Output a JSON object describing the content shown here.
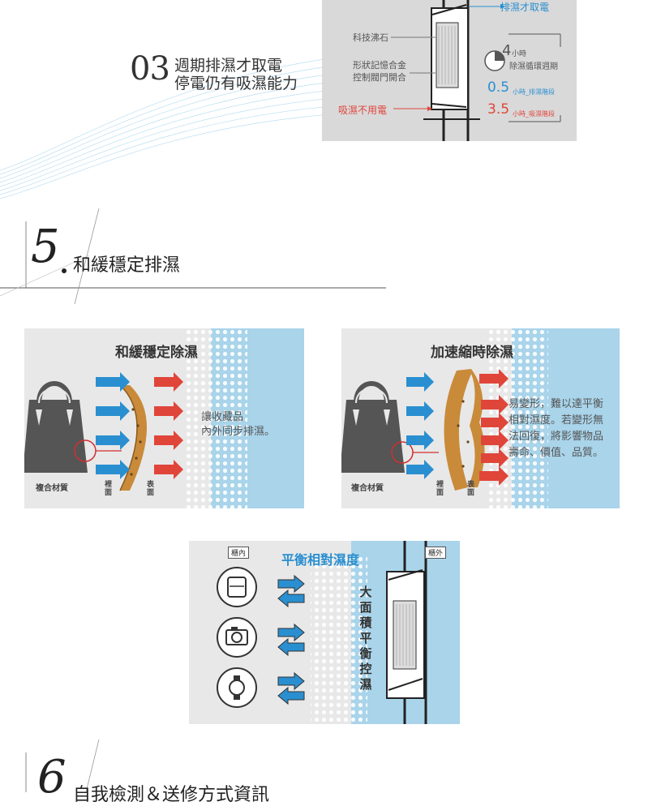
{
  "section3": {
    "number": "03",
    "line1": "週期排濕才取電",
    "line2": "停電仍有吸濕能力",
    "diagram": {
      "top_label": "排濕才取電",
      "zeolite_label": "科技沸石",
      "alloy_label_line1": "形狀記憶合金",
      "alloy_label_line2": "控制閥門開合",
      "no_power_label": "吸濕不用電",
      "cycle_hours": "4",
      "cycle_unit": "小時",
      "cycle_label": "除濕循環週期",
      "discharge_value": "0.5",
      "discharge_label": "小時_排濕階段",
      "absorb_value": "3.5",
      "absorb_label": "小時_吸濕階段"
    }
  },
  "section5": {
    "number": "5",
    "title": "和緩穩定排濕",
    "panel_left": {
      "title": "和緩穩定除濕",
      "desc_line1": "讓收藏品",
      "desc_line2": "內外同步排濕。",
      "material_label": "複合材質",
      "inner_label": "裡面",
      "outer_label": "表面"
    },
    "panel_right": {
      "title": "加速縮時除濕",
      "desc_line1": "易變形，難以達平衡",
      "desc_line2": "相對濕度。若變形無",
      "desc_line3": "法回復，將影響物品",
      "desc_line4": "壽命、價值、品質。",
      "material_label": "複合材質",
      "inner_label": "裡面",
      "outer_label": "表面"
    },
    "panel_bottom": {
      "inside_tag": "櫃內",
      "outside_tag": "櫃外",
      "title": "平衡相對濕度",
      "vertical_text": "大面積平衡控濕"
    }
  },
  "section6": {
    "number": "6",
    "title": "自我檢測＆送修方式資訊"
  },
  "colors": {
    "accent_blue": "#2a8fd0",
    "accent_red": "#e0453a",
    "panel_gray": "#e8e8e8",
    "sky_blue": "#a9d4ea"
  }
}
